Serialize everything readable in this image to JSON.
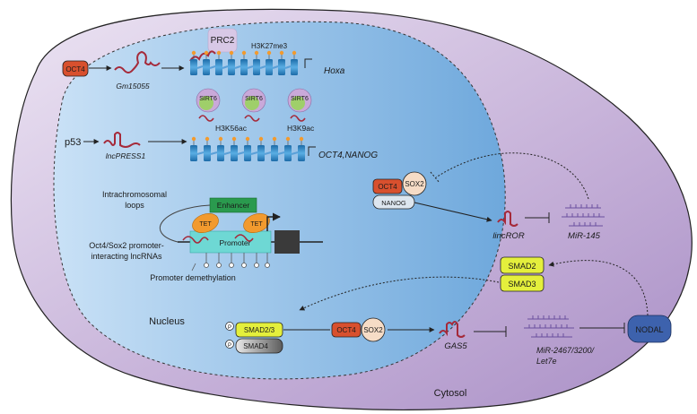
{
  "labels": {
    "oct4": "OCT4",
    "gm15055": "Gm15055",
    "prc2": "PRC2",
    "h3k27me3": "H3K27me3",
    "hoxa": "Hoxa",
    "p53": "p53",
    "lncpress1": "lncPRESS1",
    "sirt6": "SIRT6",
    "h3k56ac": "H3K56ac",
    "h3k9ac": "H3K9ac",
    "oct4_nanog": "OCT4,NANOG",
    "intrachromosomal": "Intrachromosomal",
    "loops": "loops",
    "enhancer": "Enhancer",
    "tet": "TET",
    "promoter": "Promoter",
    "promoter_lnc1": "Oct4/Sox2 promoter-",
    "promoter_lnc2": "interacting lncRNAs",
    "promoter_demeth": "Promoter demethylation",
    "sox2": "SOX2",
    "nanog": "NANOG",
    "lincror": "lincROR",
    "mir145": "MiR-145",
    "smad2": "SMAD2",
    "smad3": "SMAD3",
    "nucleus": "Nucleus",
    "p": "P",
    "smad23": "SMAD2/3",
    "smad4": "SMAD4",
    "gas5": "GAS5",
    "mir2467_1": "MiR-2467/3200/",
    "mir2467_2": "Let7e",
    "nodal": "NODAL",
    "cytosol": "Cytosol"
  },
  "colors": {
    "cytosol": "#c4b0d6",
    "nucleus": "#8cb8e2",
    "rna": "#a52a3a",
    "oct4": "#d8502e",
    "sox2": "#f6dcc6",
    "smad": "#e4ef3c",
    "sirt6": "#9fcf6a",
    "tet": "#f29a2e",
    "enhancer": "#2a9a4e",
    "promoter": "#6ed8d4",
    "nodal": "#3d62ad",
    "chromatin": "#2b7fc0",
    "mirna": "#6a4f9e",
    "green_text": "#1e8b3e",
    "red_text": "#c0282c"
  }
}
